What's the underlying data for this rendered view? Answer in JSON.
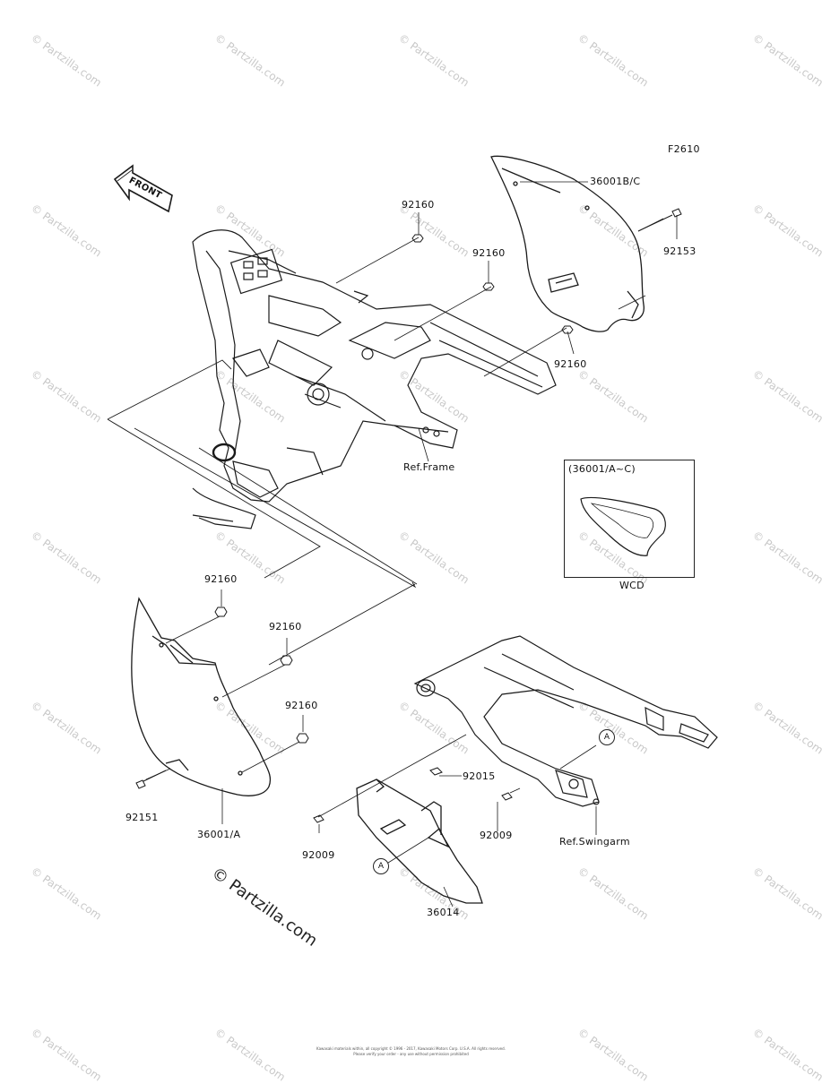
{
  "figure_code": "F2610",
  "front_arrow": "FRONT",
  "parts": [
    {
      "id": "p-36001bc",
      "label": "36001B/C"
    },
    {
      "id": "p-92160-a",
      "label": "92160"
    },
    {
      "id": "p-92160-b",
      "label": "92160"
    },
    {
      "id": "p-92153",
      "label": "92153"
    },
    {
      "id": "p-92160-c",
      "label": "92160"
    },
    {
      "id": "p-92160-d",
      "label": "92160"
    },
    {
      "id": "p-92160-e",
      "label": "92160"
    },
    {
      "id": "p-92160-f",
      "label": "92160"
    },
    {
      "id": "p-92151",
      "label": "92151"
    },
    {
      "id": "p-36001a",
      "label": "36001/A"
    },
    {
      "id": "p-92015",
      "label": "92015"
    },
    {
      "id": "p-92009-a",
      "label": "92009"
    },
    {
      "id": "p-92009-b",
      "label": "92009"
    },
    {
      "id": "p-36014",
      "label": "36014"
    }
  ],
  "refs": {
    "frame": "Ref.Frame",
    "swingarm": "Ref.Swingarm"
  },
  "callout_marker": "A",
  "inset": {
    "title": "(36001/A~C)",
    "caption": "WCD"
  },
  "watermark": "© Partzilla.com",
  "copyright_note": "© Partzilla.com",
  "footer_lines": [
    "Kawasaki materials within, all copyright © 1996 - 2017, Kawasaki Motors Corp. U.S.A. All rights reserved.",
    "Please verify your order - any use without permission prohibited"
  ]
}
